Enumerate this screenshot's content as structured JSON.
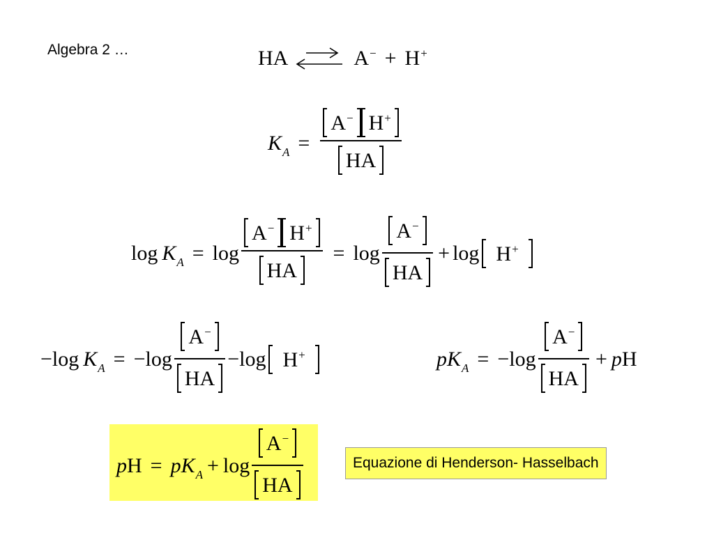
{
  "slide": {
    "title": "Algebra 2 …",
    "note": "Equazione di Henderson- Hasselbach"
  },
  "sym": {
    "HA": "HA",
    "A": "A",
    "H": "H",
    "K": "K",
    "A_sub": "A",
    "p": "p",
    "log": "log",
    "minus_sup": "−",
    "plus_sup": "+",
    "eq": "=",
    "plus": "+",
    "minus": "−"
  },
  "colors": {
    "highlight": "#ffff66",
    "text": "#000000"
  }
}
